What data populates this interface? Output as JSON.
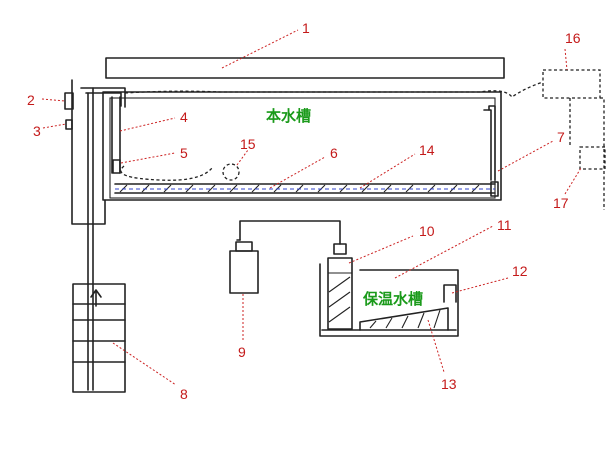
{
  "labels": {
    "main_tank": "本水槽",
    "warm_tank": "保温水槽"
  },
  "callouts": [
    "1",
    "2",
    "3",
    "4",
    "5",
    "6",
    "7",
    "8",
    "9",
    "10",
    "11",
    "12",
    "13",
    "14",
    "15",
    "16",
    "17"
  ],
  "colors": {
    "callout_number": "#c41a1a",
    "leader_line": "#cc2222",
    "tank_label": "#1a9a1a",
    "water_line": "#3344cc",
    "line": "#222222"
  }
}
